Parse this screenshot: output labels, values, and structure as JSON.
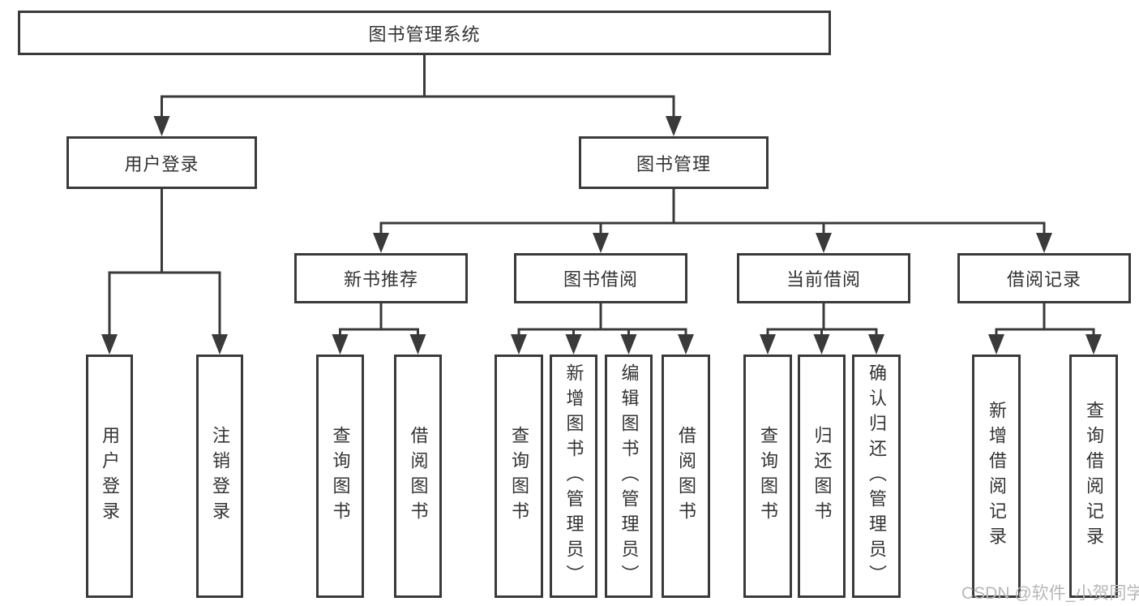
{
  "tree": {
    "root": "图书管理系统",
    "branches": [
      {
        "label": "用户登录",
        "children": [
          "用户登录",
          "注销登录"
        ]
      },
      {
        "label": "图书管理",
        "children": [
          {
            "label": "新书推荐",
            "children": [
              "查询图书",
              "借阅图书"
            ]
          },
          {
            "label": "图书借阅",
            "children": [
              "查询图书",
              "新增图书（管理员）",
              "编辑图书（管理员）",
              "借阅图书"
            ]
          },
          {
            "label": "当前借阅",
            "children": [
              "查询图书",
              "归还图书",
              "确认归还（管理员）"
            ]
          },
          {
            "label": "借阅记录",
            "children": [
              "新增借阅记录",
              "查询借阅记录"
            ]
          }
        ]
      }
    ]
  },
  "watermark": {
    "text": "CSDN @软件_小贺同学"
  },
  "colors": {
    "line": "#3a3a3a",
    "text": "#333333",
    "watermark": "#b7b7b7",
    "background": "#ffffff"
  }
}
